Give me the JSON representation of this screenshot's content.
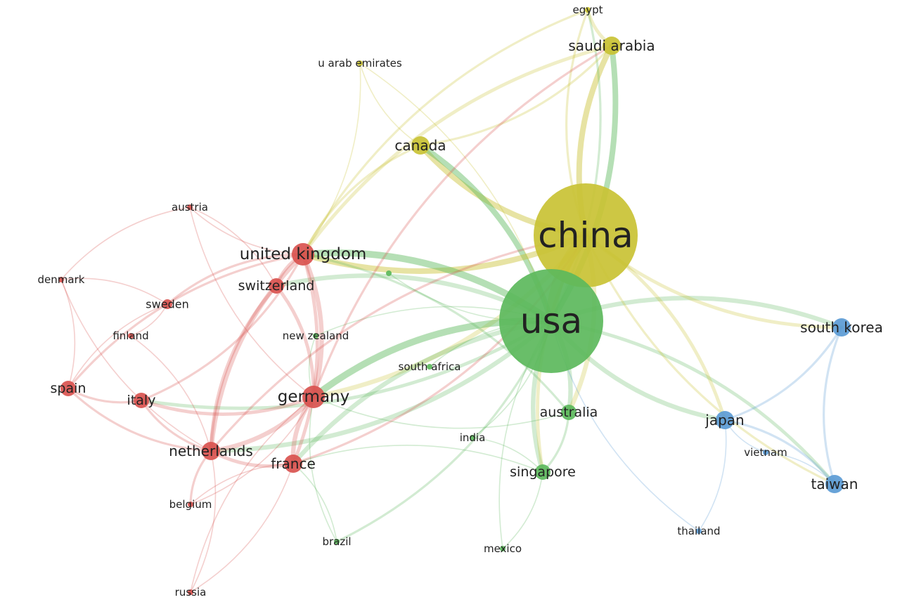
{
  "network": {
    "clusters": {
      "red": "#d9534f",
      "yellow": "#c9c234",
      "green": "#5cb85c",
      "blue": "#5b9bd5"
    },
    "nodes": [
      {
        "id": "china",
        "label": "china",
        "cluster": "yellow",
        "weight": 10
      },
      {
        "id": "usa",
        "label": "usa",
        "cluster": "green",
        "weight": 10
      },
      {
        "id": "saudi-arabia",
        "label": "saudi arabia",
        "cluster": "yellow",
        "weight": 3
      },
      {
        "id": "egypt",
        "label": "egypt",
        "cluster": "yellow",
        "weight": 1
      },
      {
        "id": "u-arab-emirates",
        "label": "u arab emirates",
        "cluster": "yellow",
        "weight": 1
      },
      {
        "id": "canada",
        "label": "canada",
        "cluster": "yellow",
        "weight": 3
      },
      {
        "id": "united-kingdom",
        "label": "united kingdom",
        "cluster": "red",
        "weight": 4
      },
      {
        "id": "switzerland",
        "label": "switzerland",
        "cluster": "red",
        "weight": 2
      },
      {
        "id": "austria",
        "label": "austria",
        "cluster": "red",
        "weight": 1
      },
      {
        "id": "denmark",
        "label": "denmark",
        "cluster": "red",
        "weight": 1
      },
      {
        "id": "sweden",
        "label": "sweden",
        "cluster": "red",
        "weight": 1.5
      },
      {
        "id": "finland",
        "label": "finland",
        "cluster": "red",
        "weight": 1
      },
      {
        "id": "spain",
        "label": "spain",
        "cluster": "red",
        "weight": 2
      },
      {
        "id": "italy",
        "label": "italy",
        "cluster": "red",
        "weight": 2.5
      },
      {
        "id": "netherlands",
        "label": "netherlands",
        "cluster": "red",
        "weight": 3.5
      },
      {
        "id": "germany",
        "label": "germany",
        "cluster": "red",
        "weight": 4
      },
      {
        "id": "france",
        "label": "france",
        "cluster": "red",
        "weight": 3
      },
      {
        "id": "belgium",
        "label": "belgium",
        "cluster": "red",
        "weight": 1
      },
      {
        "id": "russia",
        "label": "russia",
        "cluster": "red",
        "weight": 1
      },
      {
        "id": "new-zealand",
        "label": "new zealand",
        "cluster": "green",
        "weight": 1
      },
      {
        "id": "south-africa",
        "label": "south africa",
        "cluster": "green",
        "weight": 1
      },
      {
        "id": "india",
        "label": "india",
        "cluster": "green",
        "weight": 1
      },
      {
        "id": "australia",
        "label": "australia",
        "cluster": "green",
        "weight": 2.5
      },
      {
        "id": "singapore",
        "label": "singapore",
        "cluster": "green",
        "weight": 2.5
      },
      {
        "id": "brazil",
        "label": "brazil",
        "cluster": "green",
        "weight": 1
      },
      {
        "id": "mexico",
        "label": "mexico",
        "cluster": "green",
        "weight": 1
      },
      {
        "id": "unlabeled-green",
        "label": "",
        "cluster": "green",
        "weight": 0.5
      },
      {
        "id": "south-korea",
        "label": "south korea",
        "cluster": "blue",
        "weight": 3
      },
      {
        "id": "japan",
        "label": "japan",
        "cluster": "blue",
        "weight": 3
      },
      {
        "id": "vietnam",
        "label": "vietnam",
        "cluster": "blue",
        "weight": 1
      },
      {
        "id": "taiwan",
        "label": "taiwan",
        "cluster": "blue",
        "weight": 3
      },
      {
        "id": "thailand",
        "label": "thailand",
        "cluster": "blue",
        "weight": 1
      }
    ],
    "edges": [
      {
        "source": "china",
        "target": "usa",
        "weight": 10
      },
      {
        "source": "china",
        "target": "saudi-arabia",
        "weight": 5
      },
      {
        "source": "usa",
        "target": "saudi-arabia",
        "weight": 5
      },
      {
        "source": "china",
        "target": "canada",
        "weight": 5
      },
      {
        "source": "usa",
        "target": "canada",
        "weight": 5
      },
      {
        "source": "china",
        "target": "united-kingdom",
        "weight": 5
      },
      {
        "source": "usa",
        "target": "united-kingdom",
        "weight": 6
      },
      {
        "source": "china",
        "target": "germany",
        "weight": 4
      },
      {
        "source": "usa",
        "target": "germany",
        "weight": 6
      },
      {
        "source": "usa",
        "target": "netherlands",
        "weight": 4
      },
      {
        "source": "usa",
        "target": "france",
        "weight": 4
      },
      {
        "source": "usa",
        "target": "italy",
        "weight": 3
      },
      {
        "source": "usa",
        "target": "switzerland",
        "weight": 4
      },
      {
        "source": "usa",
        "target": "australia",
        "weight": 4
      },
      {
        "source": "usa",
        "target": "singapore",
        "weight": 4
      },
      {
        "source": "china",
        "target": "australia",
        "weight": 4
      },
      {
        "source": "china",
        "target": "singapore",
        "weight": 3
      },
      {
        "source": "usa",
        "target": "south-korea",
        "weight": 4
      },
      {
        "source": "usa",
        "target": "japan",
        "weight": 4
      },
      {
        "source": "usa",
        "target": "taiwan",
        "weight": 3
      },
      {
        "source": "china",
        "target": "south-korea",
        "weight": 3
      },
      {
        "source": "china",
        "target": "japan",
        "weight": 3
      },
      {
        "source": "china",
        "target": "taiwan",
        "weight": 2
      },
      {
        "source": "china",
        "target": "egypt",
        "weight": 2
      },
      {
        "source": "usa",
        "target": "egypt",
        "weight": 2
      },
      {
        "source": "saudi-arabia",
        "target": "egypt",
        "weight": 3
      },
      {
        "source": "saudi-arabia",
        "target": "united-kingdom",
        "weight": 3
      },
      {
        "source": "saudi-arabia",
        "target": "canada",
        "weight": 2
      },
      {
        "source": "egypt",
        "target": "united-kingdom",
        "weight": 2
      },
      {
        "source": "u-arab-emirates",
        "target": "united-kingdom",
        "weight": 1
      },
      {
        "source": "u-arab-emirates",
        "target": "canada",
        "weight": 1
      },
      {
        "source": "u-arab-emirates",
        "target": "usa",
        "weight": 1
      },
      {
        "source": "canada",
        "target": "united-kingdom",
        "weight": 2
      },
      {
        "source": "united-kingdom",
        "target": "germany",
        "weight": 4
      },
      {
        "source": "united-kingdom",
        "target": "netherlands",
        "weight": 4
      },
      {
        "source": "united-kingdom",
        "target": "france",
        "weight": 3
      },
      {
        "source": "united-kingdom",
        "target": "switzerland",
        "weight": 3
      },
      {
        "source": "united-kingdom",
        "target": "italy",
        "weight": 2
      },
      {
        "source": "united-kingdom",
        "target": "sweden",
        "weight": 2
      },
      {
        "source": "united-kingdom",
        "target": "austria",
        "weight": 1
      },
      {
        "source": "united-kingdom",
        "target": "spain",
        "weight": 2
      },
      {
        "source": "switzerland",
        "target": "germany",
        "weight": 3
      },
      {
        "source": "switzerland",
        "target": "netherlands",
        "weight": 3
      },
      {
        "source": "germany",
        "target": "netherlands",
        "weight": 4
      },
      {
        "source": "germany",
        "target": "france",
        "weight": 4
      },
      {
        "source": "germany",
        "target": "italy",
        "weight": 3
      },
      {
        "source": "netherlands",
        "target": "france",
        "weight": 3
      },
      {
        "source": "netherlands",
        "target": "italy",
        "weight": 2
      },
      {
        "source": "netherlands",
        "target": "belgium",
        "weight": 2
      },
      {
        "source": "netherlands",
        "target": "spain",
        "weight": 2
      },
      {
        "source": "spain",
        "target": "italy",
        "weight": 2
      },
      {
        "source": "spain",
        "target": "sweden",
        "weight": 1
      },
      {
        "source": "spain",
        "target": "denmark",
        "weight": 1
      },
      {
        "source": "denmark",
        "target": "sweden",
        "weight": 1
      },
      {
        "source": "denmark",
        "target": "netherlands",
        "weight": 1
      },
      {
        "source": "denmark",
        "target": "austria",
        "weight": 1
      },
      {
        "source": "finland",
        "target": "sweden",
        "weight": 1
      },
      {
        "source": "finland",
        "target": "netherlands",
        "weight": 1
      },
      {
        "source": "austria",
        "target": "germany",
        "weight": 1
      },
      {
        "source": "austria",
        "target": "switzerland",
        "weight": 1
      },
      {
        "source": "russia",
        "target": "netherlands",
        "weight": 1
      },
      {
        "source": "russia",
        "target": "germany",
        "weight": 1
      },
      {
        "source": "russia",
        "target": "france",
        "weight": 1
      },
      {
        "source": "belgium",
        "target": "france",
        "weight": 1
      },
      {
        "source": "belgium",
        "target": "germany",
        "weight": 1
      },
      {
        "source": "new-zealand",
        "target": "usa",
        "weight": 1
      },
      {
        "source": "new-zealand",
        "target": "germany",
        "weight": 1
      },
      {
        "source": "south-africa",
        "target": "usa",
        "weight": 1
      },
      {
        "source": "india",
        "target": "usa",
        "weight": 1
      },
      {
        "source": "india",
        "target": "singapore",
        "weight": 1
      },
      {
        "source": "brazil",
        "target": "usa",
        "weight": 2
      },
      {
        "source": "brazil",
        "target": "germany",
        "weight": 1
      },
      {
        "source": "brazil",
        "target": "france",
        "weight": 1
      },
      {
        "source": "mexico",
        "target": "usa",
        "weight": 1
      },
      {
        "source": "mexico",
        "target": "singapore",
        "weight": 1
      },
      {
        "source": "australia",
        "target": "singapore",
        "weight": 2
      },
      {
        "source": "australia",
        "target": "united-kingdom",
        "weight": 2
      },
      {
        "source": "australia",
        "target": "germany",
        "weight": 1
      },
      {
        "source": "singapore",
        "target": "france",
        "weight": 1
      },
      {
        "source": "south-korea",
        "target": "japan",
        "weight": 2
      },
      {
        "source": "south-korea",
        "target": "taiwan",
        "weight": 2
      },
      {
        "source": "japan",
        "target": "taiwan",
        "weight": 2
      },
      {
        "source": "japan",
        "target": "vietnam",
        "weight": 1
      },
      {
        "source": "vietnam",
        "target": "taiwan",
        "weight": 1
      },
      {
        "source": "thailand",
        "target": "japan",
        "weight": 1
      },
      {
        "source": "thailand",
        "target": "usa",
        "weight": 1
      },
      {
        "source": "unlabeled-green",
        "target": "usa",
        "weight": 1
      },
      {
        "source": "germany",
        "target": "saudi-arabia",
        "weight": 2
      },
      {
        "source": "france",
        "target": "china",
        "weight": 2
      },
      {
        "source": "netherlands",
        "target": "china",
        "weight": 2
      }
    ]
  }
}
